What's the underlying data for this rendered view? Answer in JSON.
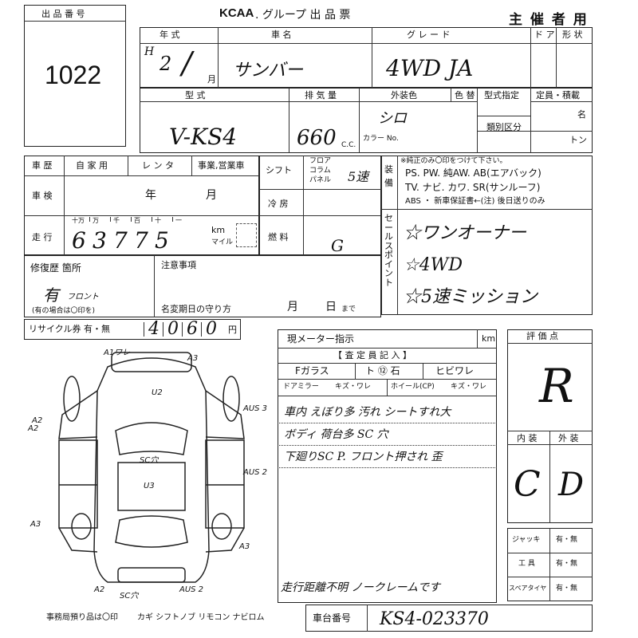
{
  "header": {
    "lot_label": "出 品 番 号",
    "lot_number": "1022",
    "brand": "KCAA",
    "group_title": ". グループ 出 品 票",
    "organizer": "主 催 者 用"
  },
  "row1": {
    "year_label": "年 式",
    "year_era": "H",
    "year_value": "2",
    "year_slash": "/",
    "month_unit": "月",
    "car_name_label": "車 名",
    "car_name": "サンバー",
    "grade_label": "グ レ ー ド",
    "grade_value": "4WD JA",
    "doors_label": "ド ア",
    "body_label": "形 状"
  },
  "row2": {
    "model_label": "型 式",
    "model_value": "V-KS4",
    "displacement_label": "排 気 量",
    "displacement_value": "660",
    "cc_unit": "C.C.",
    "exterior_color_label": "外装色",
    "color_no_label": "色 替",
    "color_value": "シロ",
    "color_no_sub": "カラー No.",
    "type_designation_label": "型式指定",
    "class_label": "類別区分",
    "capacity_label": "定員・積載",
    "persons_unit": "名",
    "tons_unit": "トン"
  },
  "history": {
    "history_label": "車 歴",
    "private_label": "自 家 用",
    "rental_label": "レ ン タ",
    "business_label": "事業,営業車",
    "inspection_label": "車 検",
    "year_unit": "年",
    "month_unit": "月",
    "mileage_label": "走 行",
    "digit_headers": [
      "十万",
      "万",
      "千",
      "百",
      "十",
      "一"
    ],
    "mileage_digits": [
      "6",
      "3",
      "7",
      "7",
      "5"
    ],
    "km_unit": "km",
    "mile_unit": "マイル"
  },
  "shift": {
    "shift_label": "シフト",
    "floor_label": "フロア",
    "column_label": "コラム",
    "panel_label": "パネル",
    "shift_value": "5速",
    "ac_label": "冷 房",
    "fuel_label": "燃 料",
    "fuel_value": "G"
  },
  "equipment": {
    "side_label": "装 備",
    "note": "※純正のみ〇印をつけて下さい。",
    "line1": "PS. PW. 純AW. AB(エアバック)",
    "line2": "TV. ナビ. カワ. SR(サンルーフ)",
    "line3": "ABS ・ 新車保証書←(注) 後日送りのみ"
  },
  "sales_points": {
    "side_label": "セールスポイント",
    "points": [
      "☆ワンオーナー",
      "☆4WD",
      "☆5速ミッション"
    ]
  },
  "repair": {
    "label": "修復歴 箇所",
    "value": "有",
    "sub_value": "フロント",
    "hint": "(有の場合は〇印を)"
  },
  "notes": {
    "label": "注意事項",
    "odo_change_label": "名変期日の守り方",
    "month": "月",
    "day": "日",
    "until": "まで"
  },
  "recycle": {
    "label": "リサイクル券 有・無",
    "digits": [
      "4",
      "0",
      "6",
      "0"
    ],
    "yen": "円"
  },
  "inspector": {
    "meter_label": "現メーター指示",
    "km": "km",
    "header": "【 査 定 員 記 入 】",
    "glass_label": "Fガラス",
    "glass_stone": "ト ⑫ 石",
    "glass_crack": "ヒビワレ",
    "mirror_label": "ドアミラー",
    "mirror_value": "キズ・ワレ",
    "wheel_label": "ホイール(CP)",
    "wheel_value": "キズ・ワレ",
    "remarks": [
      "車内 えぼり多 汚れ シートすれ大",
      "ボディ 荷台多 SC 穴",
      "下廻りSC P. フロント押され 歪"
    ],
    "comment": "走行距離不明 ノークレームです"
  },
  "scores": {
    "score_label": "評 価 点",
    "score_value": "R",
    "interior_label": "内 装",
    "exterior_label": "外 装",
    "interior_value": "C",
    "exterior_value": "D"
  },
  "accessories": {
    "jack_label": "ジャッキ",
    "tools_label": "工 具",
    "spare_label": "スペアタイヤ",
    "yes_no": "有・無"
  },
  "chassis": {
    "label": "車台番号",
    "value": "KS4-023370"
  },
  "office": {
    "label": "事務局預り品は〇印",
    "items": "カギ シフトノブ リモコン ナビロム"
  },
  "diagram_marks": [
    "A1ワレ",
    "A3",
    "U2",
    "A2",
    "AUS 3",
    "A2",
    "SC穴",
    "U3",
    "AUS 2",
    "A3",
    "A3",
    "A2",
    "SC穴",
    "AUS 2"
  ]
}
